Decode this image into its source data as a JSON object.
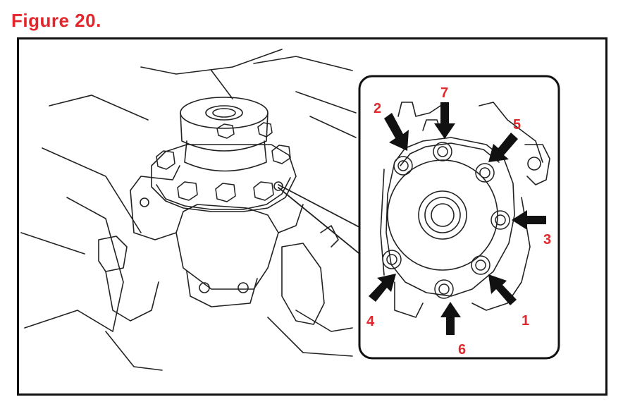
{
  "figure": {
    "title": "Figure 20.",
    "accent_color": "#e3262b",
    "line_color": "#111111"
  },
  "callouts": [
    {
      "label": "1"
    },
    {
      "label": "2"
    },
    {
      "label": "3"
    },
    {
      "label": "4"
    },
    {
      "label": "5"
    },
    {
      "label": "6"
    },
    {
      "label": "7"
    }
  ]
}
